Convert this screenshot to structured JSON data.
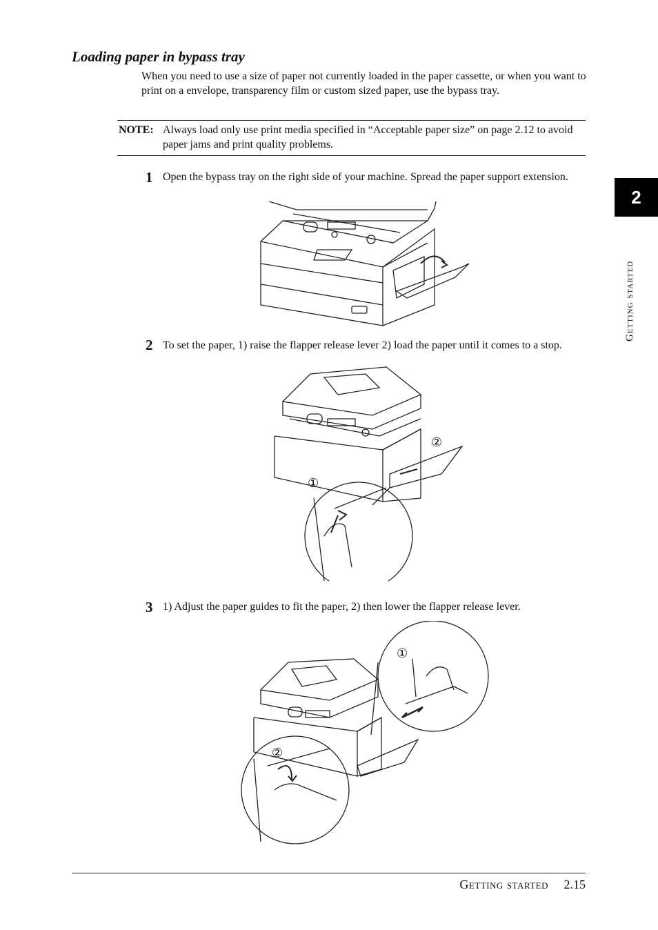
{
  "section": {
    "heading": "Loading paper in bypass tray",
    "intro": "When you need to use a size of paper not currently loaded in the paper cassette, or when you want to print on a envelope, transparency film or custom sized paper, use the bypass tray."
  },
  "note": {
    "label": "NOTE:",
    "text": "Always load only use print media specified in “Acceptable paper size” on page 2.12 to avoid paper jams and print quality problems."
  },
  "steps": [
    {
      "number": "1",
      "text": "Open the bypass tray on the right side of your machine. Spread the paper support extension."
    },
    {
      "number": "2",
      "text": "To set the paper, 1) raise the flapper release lever 2) load the paper until it comes to a stop."
    },
    {
      "number": "3",
      "text": "1) Adjust the paper guides to fit the paper, 2) then lower the flapper release lever."
    }
  ],
  "figure_labels": {
    "fig2_a": "①",
    "fig2_b": "②",
    "fig3_a": "①",
    "fig3_b": "②"
  },
  "side_tab": {
    "chapter": "2",
    "label": "Getting started"
  },
  "footer": {
    "section": "Getting started",
    "page": "2.15"
  }
}
